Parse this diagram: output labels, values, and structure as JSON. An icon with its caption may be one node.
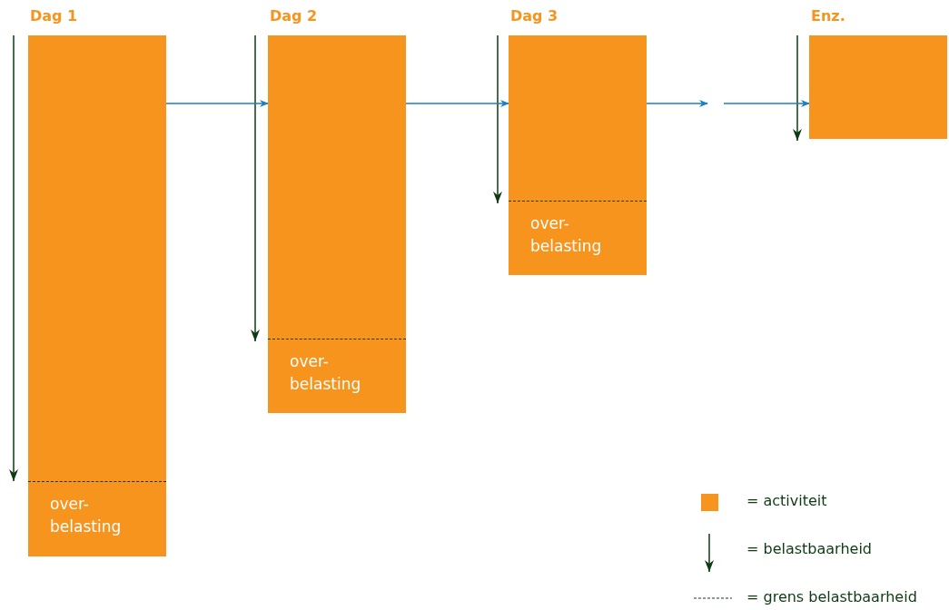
{
  "diagram": {
    "nodes": [
      {
        "text": [
          "Dag 1"
        ]
      },
      {
        "text": [
          "over- belasting"
        ],
        "in": 0
      },
      {
        "text": [
          "Dag 2"
        ]
      },
      {
        "text": [
          "over- belasting"
        ],
        "in": 2
      },
      {
        "text": [
          "Dag 3"
        ]
      },
      {
        "text": [
          "over- belasting"
        ],
        "in": 4
      },
      {
        "text": [
          "Enz."
        ]
      }
    ],
    "edges": [
      {
        "from": 0,
        "to": 2,
        "arrow": "to"
      },
      {
        "from": 2,
        "to": 4,
        "arrow": "to"
      },
      {
        "from": 4,
        "to": null,
        "arrow": "to"
      },
      {
        "from": null,
        "to": 6,
        "arrow": "to"
      }
    ],
    "legend": [
      {
        "text": "= activiteit",
        "color": "#f7941d"
      },
      {
        "text": "= belastbaarheid"
      },
      {
        "text": "= grens belastbaarheid"
      }
    ]
  }
}
